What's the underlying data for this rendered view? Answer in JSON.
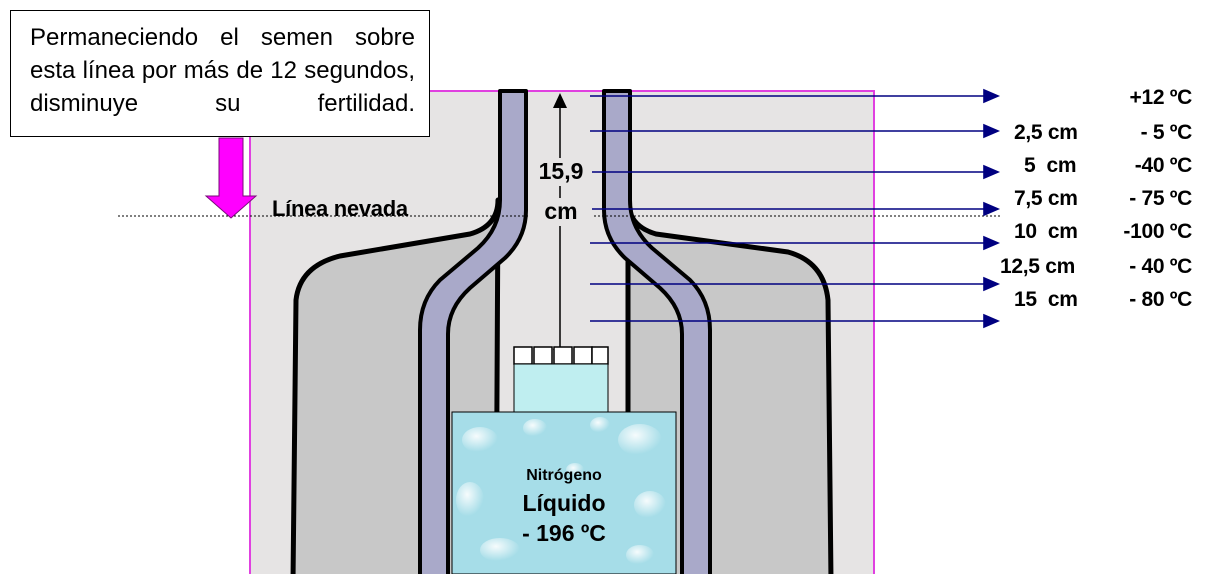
{
  "note": {
    "text": "Permaneciendo el semen sobre esta línea por más de 12 segundos, disminuye su fertilidad."
  },
  "snow_line_label": "Línea nevada",
  "measurement": {
    "value": "15,9",
    "unit": "cm"
  },
  "levels": [
    {
      "depth": "",
      "temp": "+12 ºC"
    },
    {
      "depth": "2,5 cm",
      "temp": "- 5 ºC"
    },
    {
      "depth": "5  cm",
      "temp": "-40 ºC"
    },
    {
      "depth": "7,5 cm",
      "temp": "- 75 ºC"
    },
    {
      "depth": "10  cm",
      "temp": "-100 ºC"
    },
    {
      "depth": "12,5 cm",
      "temp": "- 40 ºC"
    },
    {
      "depth": "15  cm",
      "temp": "- 80 ºC"
    }
  ],
  "nitrogen": {
    "name": "Nitrógeno",
    "state": "Líquido",
    "temp": "- 196 ºC"
  },
  "colors": {
    "frame": "#e040e0",
    "background": "#e6e4e4",
    "tank_body": "#c8c8c8",
    "neck_wall": "#a9a9c9",
    "arrow_lines": "#000080",
    "down_arrow": "#ff00ff",
    "canister": "#bfeef0",
    "liquid": "#a6dde8"
  }
}
